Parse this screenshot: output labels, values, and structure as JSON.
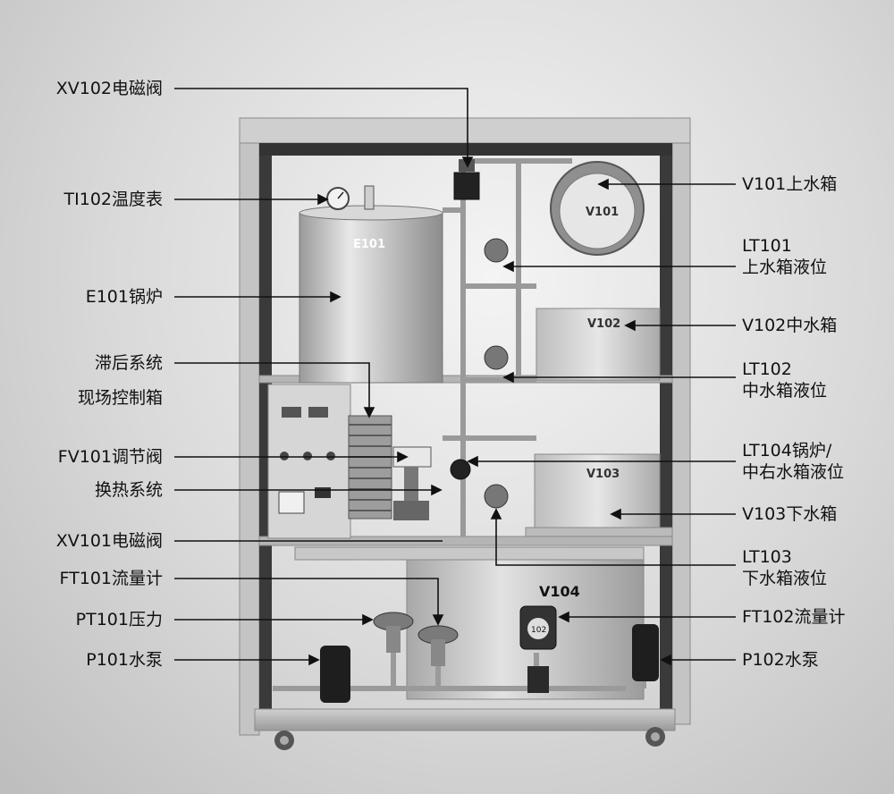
{
  "equipment_tags": {
    "E101": "E101",
    "V101": "V101",
    "V102": "V102",
    "V103": "V103",
    "V104": "V104",
    "FT102_display": "102"
  },
  "labels_left": [
    {
      "id": "xv102",
      "text": "XV102电磁阀"
    },
    {
      "id": "ti102",
      "text": "TI102温度表"
    },
    {
      "id": "e101",
      "text": "E101锅炉"
    },
    {
      "id": "lag",
      "text": "滞后系统"
    },
    {
      "id": "field_box",
      "text": "现场控制箱"
    },
    {
      "id": "fv101",
      "text": "FV101调节阀"
    },
    {
      "id": "hx",
      "text": "换热系统"
    },
    {
      "id": "xv101",
      "text": "XV101电磁阀"
    },
    {
      "id": "ft101",
      "text": "FT101流量计"
    },
    {
      "id": "pt101",
      "text": "PT101压力"
    },
    {
      "id": "p101",
      "text": "P101水泵"
    }
  ],
  "labels_right": [
    {
      "id": "v101",
      "lines": [
        "V101上水箱"
      ]
    },
    {
      "id": "lt101",
      "lines": [
        "LT101",
        "上水箱液位"
      ]
    },
    {
      "id": "v102",
      "lines": [
        "V102中水箱"
      ]
    },
    {
      "id": "lt102",
      "lines": [
        "LT102",
        "中水箱液位"
      ]
    },
    {
      "id": "lt104",
      "lines": [
        "LT104锅炉/",
        "中右水箱液位"
      ]
    },
    {
      "id": "v103",
      "lines": [
        "V103下水箱"
      ]
    },
    {
      "id": "lt103",
      "lines": [
        "LT103",
        "下水箱液位"
      ]
    },
    {
      "id": "ft102",
      "lines": [
        "FT102流量计"
      ]
    },
    {
      "id": "p102",
      "lines": [
        "P102水泵"
      ]
    }
  ],
  "colors": {
    "frame": "#bdbdbd",
    "frame_dark": "#8a8a8a",
    "tank": "#cfcfcf",
    "boiler": "#b8b8b8",
    "pipe": "#9a9a9a",
    "leader": "#111111"
  }
}
